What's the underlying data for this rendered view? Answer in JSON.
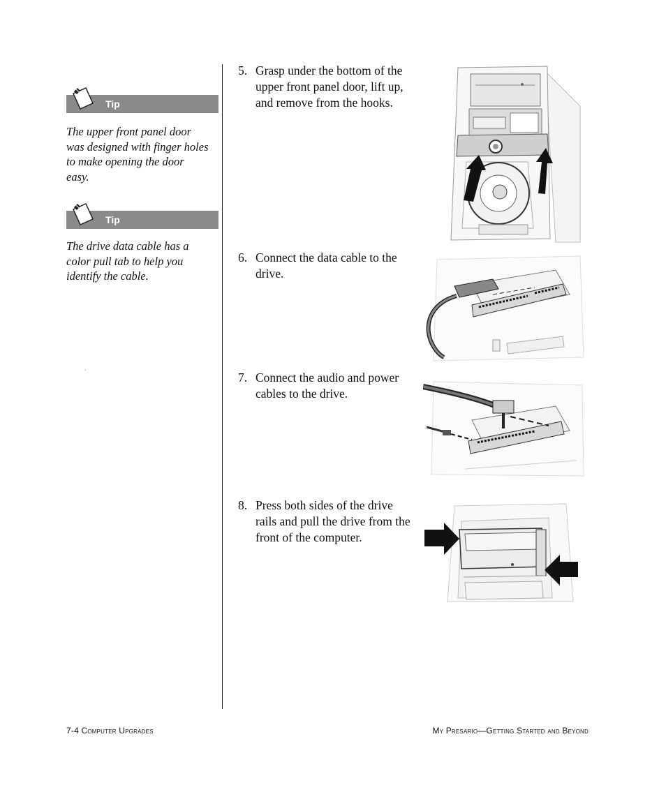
{
  "tips": [
    {
      "label": "Tip",
      "text": "The upper front panel door was designed with finger holes to make opening the door easy."
    },
    {
      "label": "Tip",
      "text": "The drive data cable has a color pull tab to help you identify the cable."
    }
  ],
  "stray_mark": "'",
  "steps": [
    {
      "number": "5.",
      "text": "Grasp under the bottom of the upper front panel door, lift up, and remove from the hooks."
    },
    {
      "number": "6.",
      "text": "Connect the data cable to the drive."
    },
    {
      "number": "7.",
      "text": "Connect the audio and power cables to the drive."
    },
    {
      "number": "8.",
      "text": "Press both sides of the drive rails and pull the drive from the front of the computer."
    }
  ],
  "footer": {
    "left": "7-4 Computer Upgrades",
    "right": "My Presario—Getting Started and Beyond"
  }
}
